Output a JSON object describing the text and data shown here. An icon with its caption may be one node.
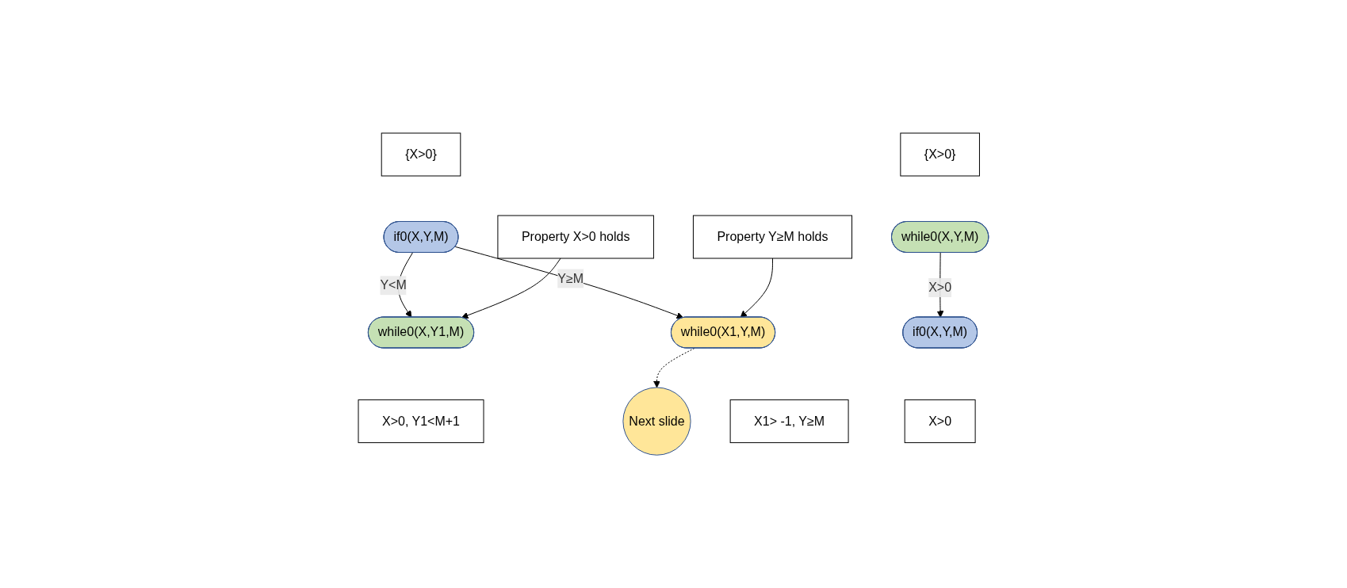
{
  "diagram": {
    "nodes": [
      {
        "text": [
          "{X>0}"
        ]
      },
      {
        "text": [
          "if0(X,Y,M)"
        ]
      },
      {
        "text": [
          "while0(X,Y1,M)"
        ]
      },
      {
        "text": [
          "while0(X1,Y,M)"
        ]
      },
      {
        "text": [
          "Next slide"
        ]
      },
      {
        "text": [
          "X>0,  Y1<M+1"
        ]
      },
      {
        "text": [
          "X1> -1, Y≥M"
        ]
      },
      {
        "text": [
          "Property X>0 holds"
        ]
      },
      {
        "text": [
          "Property Y≥M holds"
        ]
      },
      {
        "text": [
          "{X>0}"
        ]
      },
      {
        "text": [
          "while0(X,Y,M)"
        ]
      },
      {
        "text": [
          "if0(X,Y,M)"
        ]
      },
      {
        "text": [
          "X>0"
        ]
      }
    ],
    "edges": [
      {
        "from": 1,
        "to": 2,
        "arrow": "to",
        "label": "Y<M"
      },
      {
        "from": 1,
        "to": 3,
        "arrow": "to",
        "label": "Y≥M"
      },
      {
        "from": 3,
        "to": 4,
        "arrow": "to",
        "style": "dashed"
      },
      {
        "from": 7,
        "to": 2,
        "arrow": "to"
      },
      {
        "from": 8,
        "to": 3,
        "arrow": "to"
      },
      {
        "from": 10,
        "to": 11,
        "arrow": "to",
        "label": "X>0"
      }
    ]
  }
}
